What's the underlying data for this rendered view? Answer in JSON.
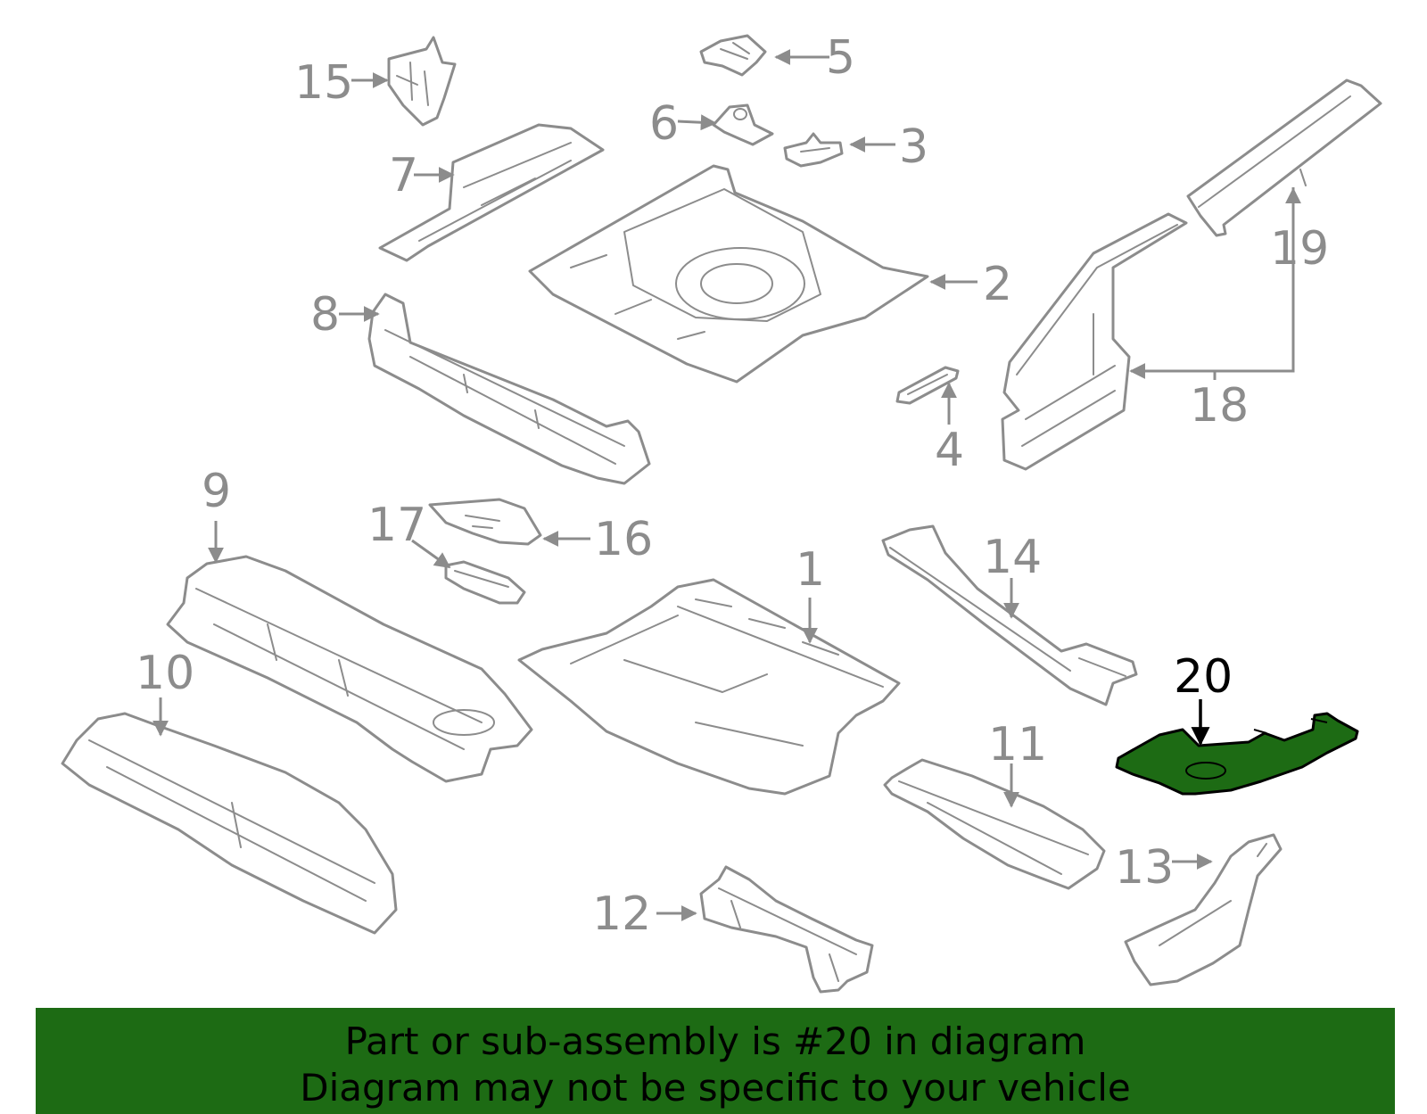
{
  "callouts": {
    "c1": "1",
    "c2": "2",
    "c3": "3",
    "c4": "4",
    "c5": "5",
    "c6": "6",
    "c7": "7",
    "c8": "8",
    "c9": "9",
    "c10": "10",
    "c11": "11",
    "c12": "12",
    "c13": "13",
    "c14": "14",
    "c15": "15",
    "c16": "16",
    "c17": "17",
    "c18": "18",
    "c19": "19",
    "c20": "20"
  },
  "highlighted_part": "20",
  "colors": {
    "highlight": "#1d6b14",
    "line": "#8c8c8c",
    "highlight_outline": "#000000"
  },
  "banner": {
    "line1": "Part or sub-assembly is #20 in diagram",
    "line2": "Diagram may not be specific to your vehicle"
  }
}
